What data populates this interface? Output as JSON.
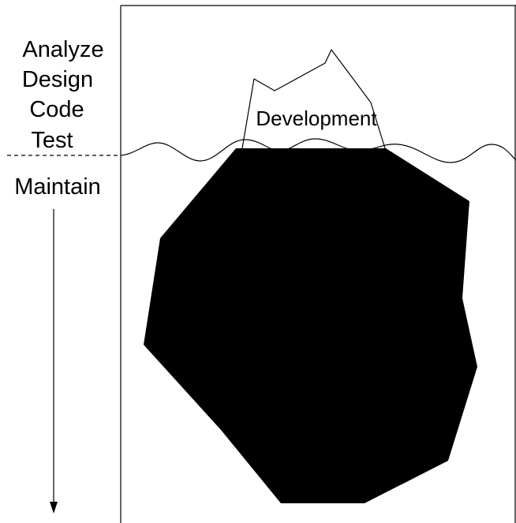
{
  "phases": {
    "analyze": "Analyze",
    "design": "Design",
    "code": "Code",
    "test": "Test",
    "maintain": "Maintain"
  },
  "iceberg": {
    "tip_label": "Development"
  },
  "colors": {
    "ink": "#000000",
    "background": "#ffffff",
    "iceberg_body": "#000000"
  }
}
